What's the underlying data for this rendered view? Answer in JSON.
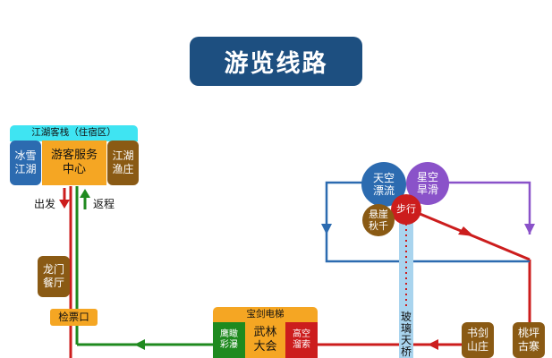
{
  "title": "游览线路",
  "inn": {
    "header": "江湖客栈（住宿区）",
    "left": "冰雪\n江湖",
    "center": "游客服务\n中心",
    "right": "江湖\n渔庄"
  },
  "depart_label": "出发",
  "return_label": "返程",
  "longmen": "龙门\n餐厅",
  "ticket": "检票口",
  "baojian": {
    "header": "宝剑电梯",
    "left": "鹰瞰\n彩瀑",
    "center": "武林\n大会",
    "right": "高空\n溜索"
  },
  "glass_bridge": "玻璃天桥",
  "shujian": "书剑\n山庄",
  "taoping": "桃坪\n古寨",
  "circles": {
    "tiankong": "天空\n漂流",
    "xingkong": "星空\n旱滑",
    "buxing": "步行",
    "xuanya": "悬崖\n秋千"
  },
  "colors": {
    "title_bg": "#1d4f80",
    "cyan": "#3fe4f2",
    "blue": "#2c6bb0",
    "orange": "#f5a623",
    "brown": "#8a5a14",
    "green": "#1f8a1f",
    "red": "#cc1d1d",
    "purple": "#8a52c9",
    "light_blue": "#a9d4ee"
  }
}
